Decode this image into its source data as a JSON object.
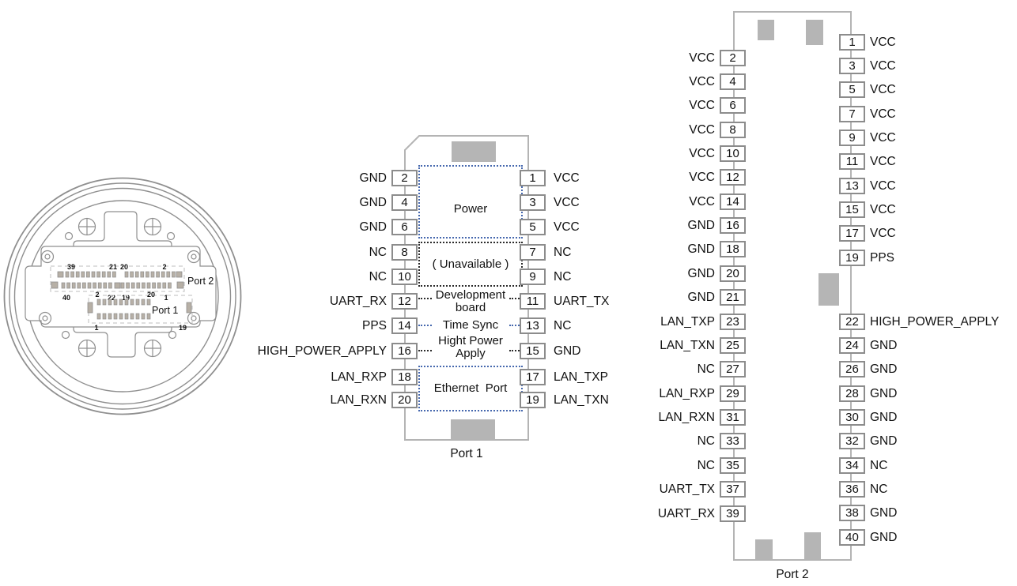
{
  "colors": {
    "outline_gray": "#b4b4b4",
    "pin_box_border": "#8c8c8c",
    "notch_gray": "#b5b5b5",
    "section_blue": "#4668ae",
    "section_black": "#2b2b2b",
    "text": "#111111"
  },
  "port1": {
    "caption": "Port 1",
    "left_pins": [
      {
        "num": "2",
        "label": "GND"
      },
      {
        "num": "4",
        "label": "GND"
      },
      {
        "num": "6",
        "label": "GND"
      },
      {
        "num": "8",
        "label": "NC"
      },
      {
        "num": "10",
        "label": "NC"
      },
      {
        "num": "12",
        "label": "UART_RX"
      },
      {
        "num": "14",
        "label": "PPS"
      },
      {
        "num": "16",
        "label": "HIGH_POWER_APPLY"
      },
      {
        "num": "18",
        "label": "LAN_RXP"
      },
      {
        "num": "20",
        "label": "LAN_RXN"
      }
    ],
    "right_pins": [
      {
        "num": "1",
        "label": "VCC"
      },
      {
        "num": "3",
        "label": "VCC"
      },
      {
        "num": "5",
        "label": "VCC"
      },
      {
        "num": "7",
        "label": "NC"
      },
      {
        "num": "9",
        "label": "NC"
      },
      {
        "num": "11",
        "label": "UART_TX"
      },
      {
        "num": "13",
        "label": "NC"
      },
      {
        "num": "15",
        "label": "GND"
      },
      {
        "num": "17",
        "label": "LAN_TXP"
      },
      {
        "num": "19",
        "label": "LAN_TXN"
      }
    ],
    "sections": [
      {
        "label": "Power"
      },
      {
        "label": "( Unavailable )"
      },
      {
        "label": "Development\nboard"
      },
      {
        "label": "Time Sync"
      },
      {
        "label": "Hight Power\nApply"
      },
      {
        "label": "Ethernet  Port"
      }
    ]
  },
  "port2": {
    "caption": "Port 2",
    "left_pins": [
      {
        "num": "2",
        "label": "VCC"
      },
      {
        "num": "4",
        "label": "VCC"
      },
      {
        "num": "6",
        "label": "VCC"
      },
      {
        "num": "8",
        "label": "VCC"
      },
      {
        "num": "10",
        "label": "VCC"
      },
      {
        "num": "12",
        "label": "VCC"
      },
      {
        "num": "14",
        "label": "VCC"
      },
      {
        "num": "16",
        "label": "GND"
      },
      {
        "num": "18",
        "label": "GND"
      },
      {
        "num": "20",
        "label": "GND"
      },
      {
        "num": "21",
        "label": "GND"
      },
      {
        "num": "23",
        "label": "LAN_TXP"
      },
      {
        "num": "25",
        "label": "LAN_TXN"
      },
      {
        "num": "27",
        "label": "NC"
      },
      {
        "num": "29",
        "label": "LAN_RXP"
      },
      {
        "num": "31",
        "label": "LAN_RXN"
      },
      {
        "num": "33",
        "label": "NC"
      },
      {
        "num": "35",
        "label": "NC"
      },
      {
        "num": "37",
        "label": "UART_TX"
      },
      {
        "num": "39",
        "label": "UART_RX"
      }
    ],
    "right_pins": [
      {
        "num": "1",
        "label": "VCC"
      },
      {
        "num": "3",
        "label": "VCC"
      },
      {
        "num": "5",
        "label": "VCC"
      },
      {
        "num": "7",
        "label": "VCC"
      },
      {
        "num": "9",
        "label": "VCC"
      },
      {
        "num": "11",
        "label": "VCC"
      },
      {
        "num": "13",
        "label": "VCC"
      },
      {
        "num": "15",
        "label": "VCC"
      },
      {
        "num": "17",
        "label": "VCC"
      },
      {
        "num": "19",
        "label": "PPS"
      },
      {
        "num": "22",
        "label": "HIGH_POWER_APPLY"
      },
      {
        "num": "24",
        "label": "GND"
      },
      {
        "num": "26",
        "label": "GND"
      },
      {
        "num": "28",
        "label": "GND"
      },
      {
        "num": "30",
        "label": "GND"
      },
      {
        "num": "32",
        "label": "GND"
      },
      {
        "num": "34",
        "label": "NC"
      },
      {
        "num": "36",
        "label": "NC"
      },
      {
        "num": "38",
        "label": "GND"
      },
      {
        "num": "40",
        "label": "GND"
      }
    ]
  },
  "connector_face": {
    "port2_strip": {
      "label": "Port 2",
      "top_numbers": [
        "39",
        "21",
        "20",
        "2"
      ],
      "bottom_numbers": [
        "40",
        "22",
        "19",
        "1"
      ]
    },
    "port1_strip": {
      "label": "Port 1",
      "top_numbers": [
        "2",
        "20"
      ],
      "bottom_numbers": [
        "1",
        "19"
      ]
    }
  }
}
